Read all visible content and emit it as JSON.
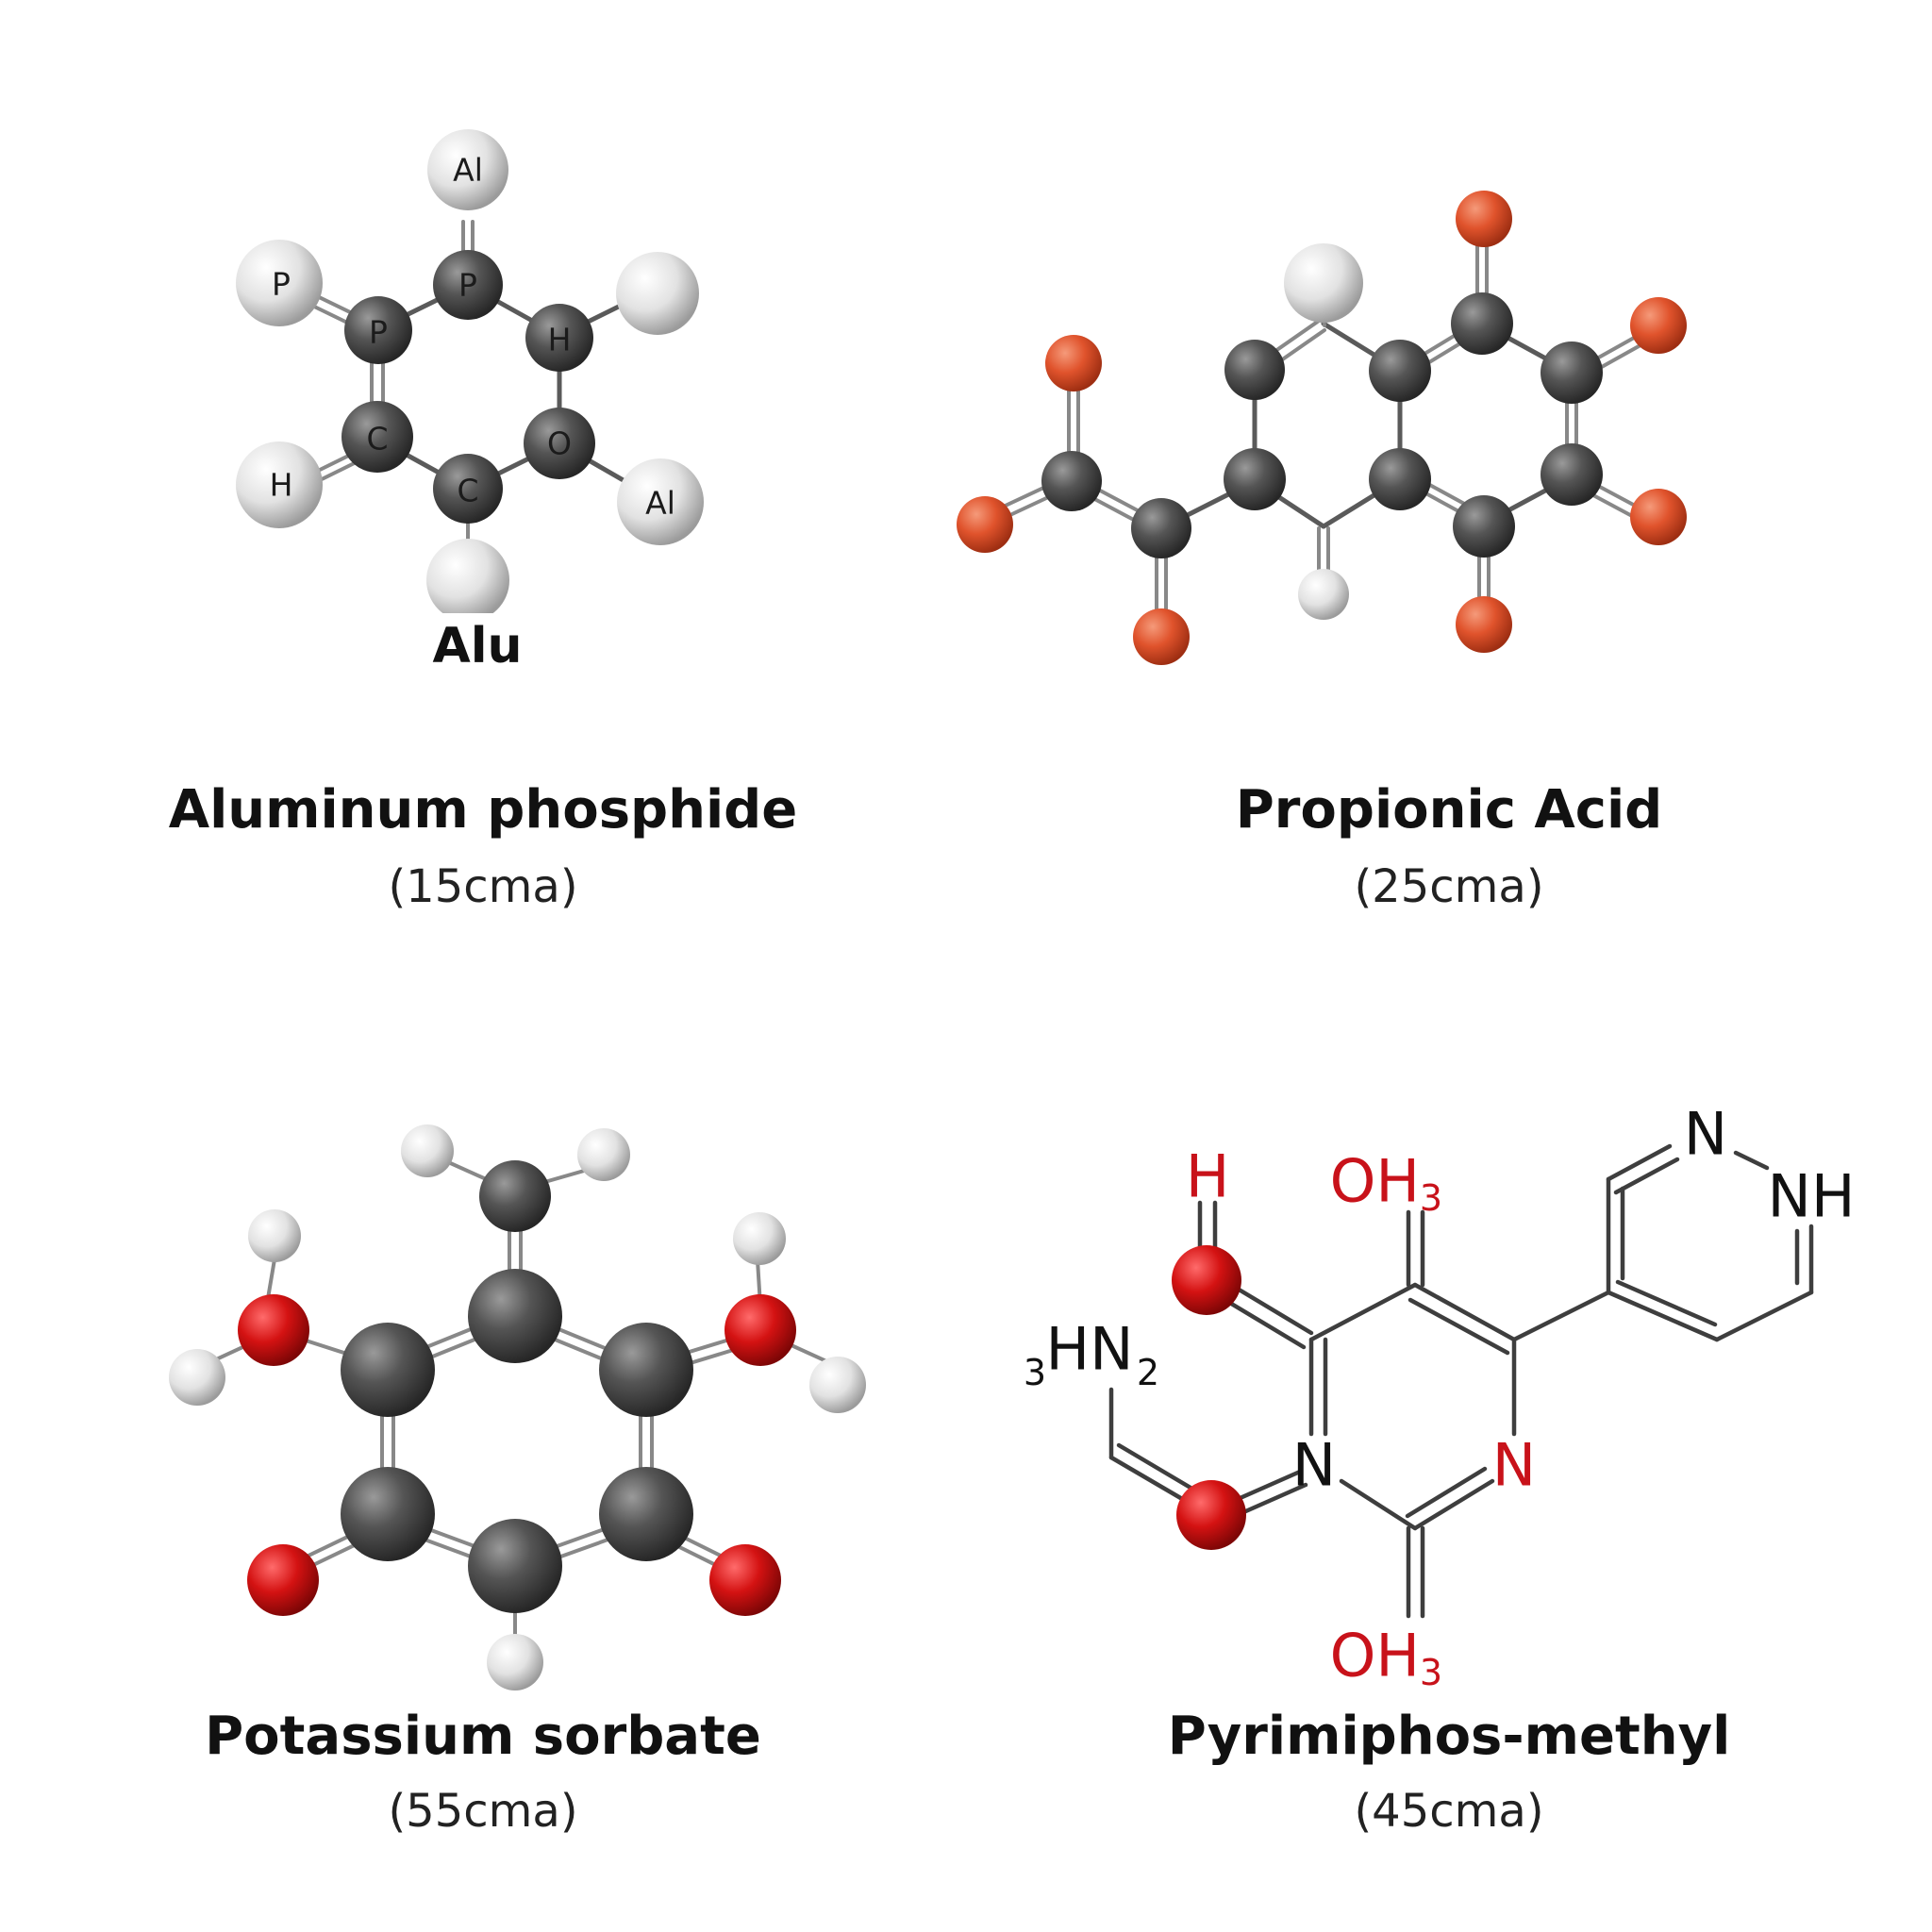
{
  "colors": {
    "carbon": "#4a4a4a",
    "hydrogen": "#e6e6e6",
    "oxygen_orange": "#e2532c",
    "oxygen_red": "#d01414",
    "skeletal_red": "#c8121a",
    "text": "#111111"
  },
  "molecules": [
    {
      "name": "Aluminum phosphide",
      "mass": "(15cma)",
      "fragment_label": "Alu",
      "atom_labels": {
        "top": "Al",
        "left_p": "P",
        "ring_p_top": "P",
        "ring_p_left": "P",
        "ring_h": "H",
        "ring_c_left": "C",
        "ring_o": "O",
        "ring_c_bottom": "C",
        "h_left": "H",
        "al_right": "Al"
      }
    },
    {
      "name": "Propionic Acid",
      "mass": "(25cma)"
    },
    {
      "name": "Potassium sorbate",
      "mass": "(55cma)"
    },
    {
      "name": "Pyrimiphos-methyl",
      "mass": "(45cma)",
      "labels": {
        "h_top": "H",
        "oh_top": "OH",
        "oh_top_sub": "3",
        "hn_prefix": "3",
        "hn_main": "HN",
        "hn_sub": "2",
        "n_left": "N",
        "n_right": "N",
        "oh_bottom": "OH",
        "oh_bottom_sub": "3",
        "n_ring_top": "N",
        "nh_ring": "NH"
      }
    }
  ]
}
